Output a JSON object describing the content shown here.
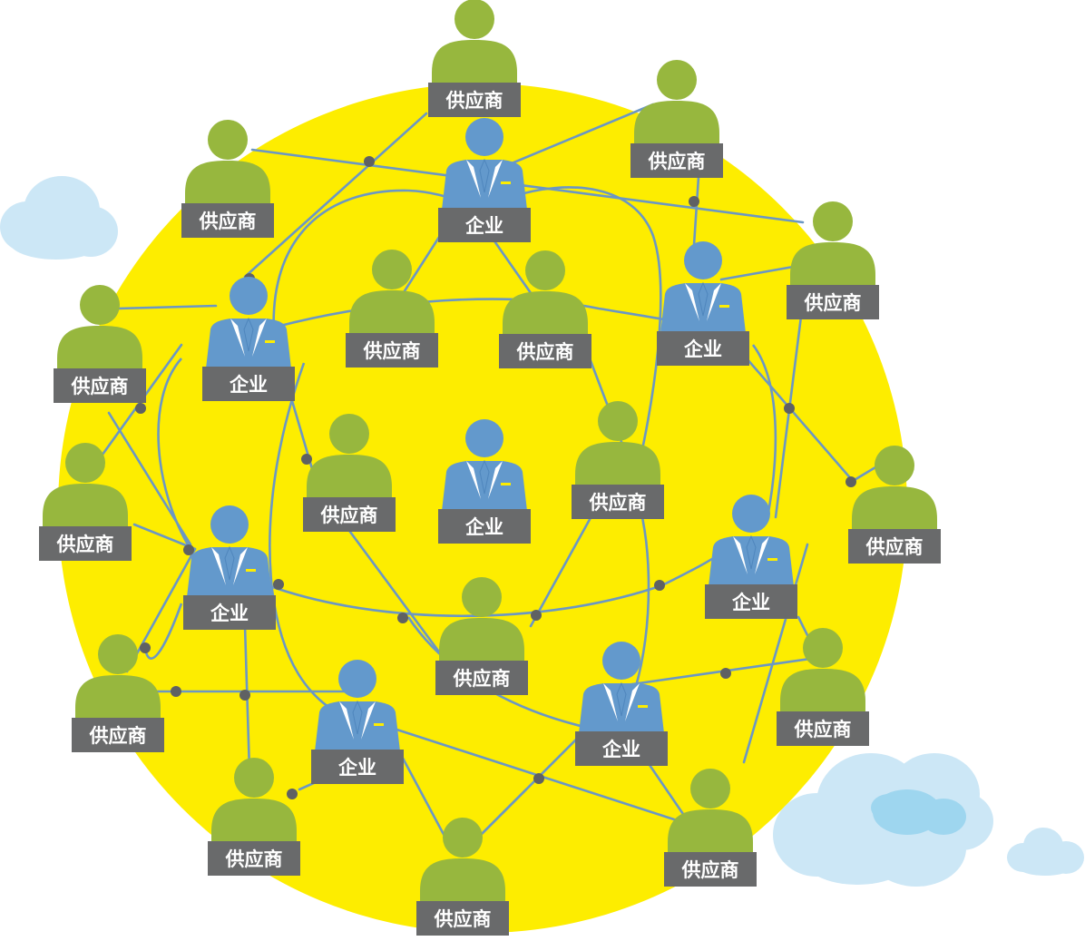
{
  "labels": {
    "supplier": "供应商",
    "enterprise": "企业"
  },
  "colors": {
    "background": "#ffffff",
    "sun": "#fded00",
    "supplier": "#97b73e",
    "enterprise": "#6399cc",
    "label_box": "#696a6b",
    "label_text": "#ffffff",
    "connection": "#6b97c4",
    "junction": "#5f6163",
    "cloud": "#cce7f6",
    "cloud_accent": "#9ed6ef"
  },
  "icons": {
    "supplier": "person-icon",
    "enterprise": "businessman-icon",
    "cloud": "cloud-icon"
  },
  "nodes": {
    "enterprises": [
      {
        "id": "e-top"
      },
      {
        "id": "e-upper-left"
      },
      {
        "id": "e-upper-right"
      },
      {
        "id": "e-center"
      },
      {
        "id": "e-left"
      },
      {
        "id": "e-right"
      },
      {
        "id": "e-bottom-left"
      },
      {
        "id": "e-bottom-right"
      }
    ],
    "suppliers": [
      {
        "id": "s-top"
      },
      {
        "id": "s-top-right"
      },
      {
        "id": "s-top-left"
      },
      {
        "id": "s-right-upper"
      },
      {
        "id": "s-left-upper"
      },
      {
        "id": "s-inner-left"
      },
      {
        "id": "s-inner-right"
      },
      {
        "id": "s-left-middle"
      },
      {
        "id": "s-mid-left"
      },
      {
        "id": "s-mid-right"
      },
      {
        "id": "s-right-middle"
      },
      {
        "id": "s-center-low"
      },
      {
        "id": "s-bottom-left"
      },
      {
        "id": "s-right-lower"
      },
      {
        "id": "s-bottom-left-low"
      },
      {
        "id": "s-bottom-right"
      },
      {
        "id": "s-bottom"
      }
    ]
  }
}
